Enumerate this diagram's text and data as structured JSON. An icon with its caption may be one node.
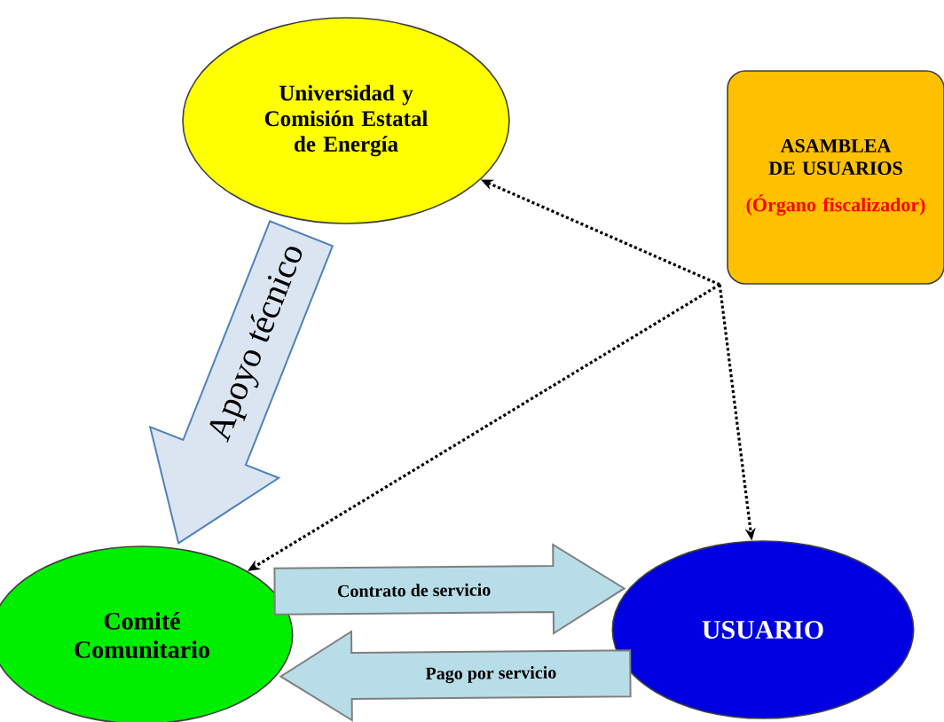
{
  "diagram": {
    "nodes": [
      {
        "text": [
          "Universidad y Comisión Estatal de Energía"
        ]
      },
      {
        "text": [
          "ASAMBLEA DE USUARIOS",
          "(Órgano fiscalizador)"
        ]
      },
      {
        "text": [
          "Comité Comunitario"
        ]
      },
      {
        "text": [
          "USUARIO"
        ]
      }
    ],
    "edges": [
      {
        "from": 0,
        "to": 2,
        "arrow": "to",
        "label": "Apoyo técnico",
        "style": "thick",
        "color": "#dbe5f1"
      },
      {
        "from": 1,
        "to": 0,
        "arrow": "to",
        "style": "dashed"
      },
      {
        "from": 1,
        "to": 2,
        "arrow": "to",
        "style": "dashed"
      },
      {
        "from": 1,
        "to": 3,
        "arrow": "to",
        "style": "dashed"
      },
      {
        "from": 2,
        "to": 3,
        "arrow": "to",
        "label": "Contrato de servicio",
        "style": "thick",
        "color": "#b7dde8"
      },
      {
        "from": 3,
        "to": 2,
        "arrow": "to",
        "label": "Pago por servicio",
        "style": "thick",
        "color": "#b7dde8"
      }
    ]
  }
}
